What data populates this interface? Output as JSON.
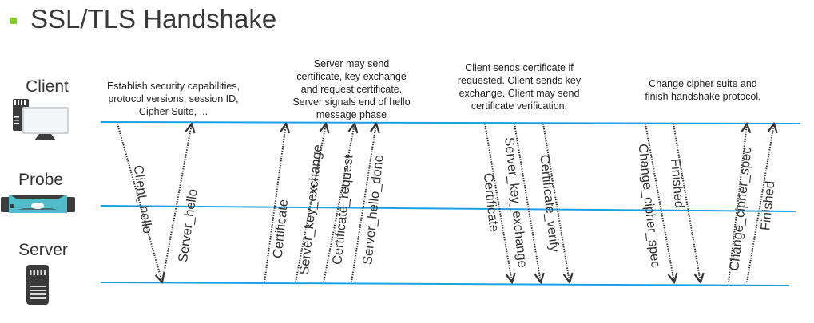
{
  "title": "SSL/TLS Handshake",
  "accent_color": "#7ed321",
  "line_color": "#1ba1e2",
  "entities": [
    {
      "id": "client",
      "label": "Client",
      "icon": "client-computer-icon"
    },
    {
      "id": "probe",
      "label": "Probe",
      "icon": "probe-appliance-icon"
    },
    {
      "id": "server",
      "label": "Server",
      "icon": "server-tower-icon"
    }
  ],
  "notes": [
    {
      "id": "phase1",
      "lines": [
        "Establish security capabilities,",
        "protocol versions, session ID,",
        "Cipher Suite, ..."
      ]
    },
    {
      "id": "phase2",
      "lines": [
        "Server may send",
        "certificate, key exchange",
        "and request certificate.",
        "Server signals end of hello",
        "message phase"
      ]
    },
    {
      "id": "phase3",
      "lines": [
        "Client sends certificate if",
        "requested. Client sends key",
        "exchange. Client may send",
        "certificate verification."
      ]
    },
    {
      "id": "phase4",
      "lines": [
        "Change cipher suite and",
        "finish handshake protocol."
      ]
    }
  ],
  "messages": [
    {
      "label": "Client_hello",
      "direction": "client-to-server"
    },
    {
      "label": "Server_hello",
      "direction": "server-to-client"
    },
    {
      "label": "Certificate",
      "direction": "server-to-client"
    },
    {
      "label": "Server_key_exchange",
      "direction": "server-to-client"
    },
    {
      "label": "Certificate_request",
      "direction": "server-to-client"
    },
    {
      "label": "Server_hello_done",
      "direction": "server-to-client"
    },
    {
      "label": "Certificate",
      "direction": "client-to-server"
    },
    {
      "label": "Server_key_exchange",
      "direction": "client-to-server"
    },
    {
      "label": "Certificate_verify",
      "direction": "client-to-server"
    },
    {
      "label": "Change_cipher_spec",
      "direction": "client-to-server"
    },
    {
      "label": "Finished",
      "direction": "client-to-server"
    },
    {
      "label": "Change_cipher_spec",
      "direction": "server-to-client"
    },
    {
      "label": "Finished",
      "direction": "server-to-client"
    }
  ]
}
